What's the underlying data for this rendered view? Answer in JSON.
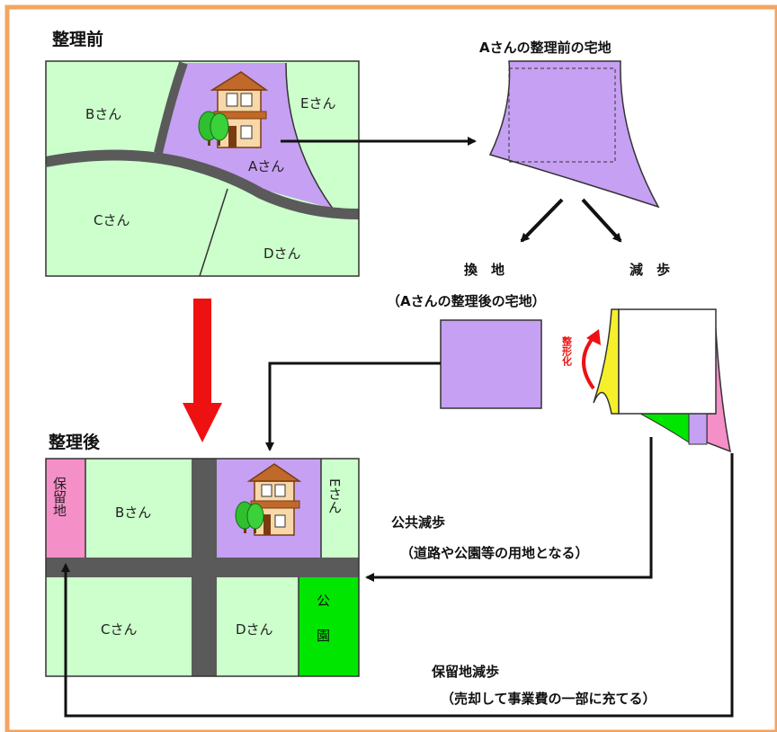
{
  "before": {
    "heading": "整理前",
    "owner_b": "Bさん",
    "owner_e": "Eさん",
    "owner_a": "Aさん",
    "owner_c": "Cさん",
    "owner_d": "Dさん"
  },
  "a_land_before": {
    "title": "Aさんの整理前の宅地"
  },
  "split": {
    "replot_label": "換　地",
    "reduction_label": "減　歩",
    "replot_caption": "（Aさんの整理後の宅地）",
    "reshape_label": "整形化"
  },
  "after": {
    "heading": "整理後",
    "reserved_land": "保留地",
    "owner_b": "Bさん",
    "owner_e": "Eさん",
    "owner_c": "Cさん",
    "owner_d": "Dさん",
    "park": "公園"
  },
  "public_reduction": {
    "title": "公共減歩",
    "note": "（道路や公園等の用地となる）"
  },
  "reserve_reduction": {
    "title": "保留地減歩",
    "note": "（売却して事業費の一部に充てる）"
  },
  "colors": {
    "frame": "#f4a460",
    "green_land": "#ccffcc",
    "a_land": "#c6a0f2",
    "road": "#5a5a5a",
    "park": "#00e600",
    "reserved": "#f58fc8",
    "red_arrow": "#ee1111",
    "yellow": "#f5f02a"
  }
}
